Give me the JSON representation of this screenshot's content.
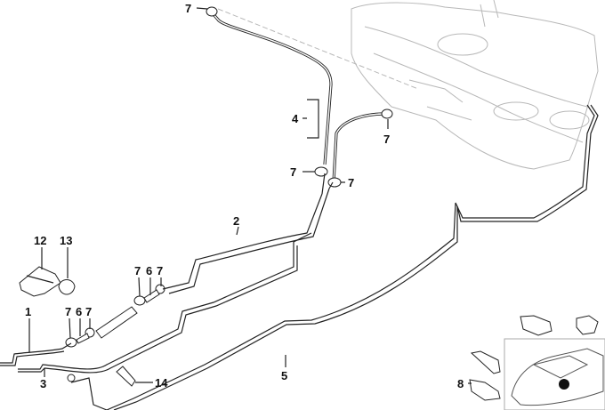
{
  "diagram": {
    "callouts": [
      "7",
      "4",
      "7",
      "7",
      "7",
      "2",
      "12",
      "13",
      "7",
      "6",
      "7",
      "1",
      "7",
      "6",
      "7",
      "3",
      "14",
      "5",
      "8"
    ]
  }
}
